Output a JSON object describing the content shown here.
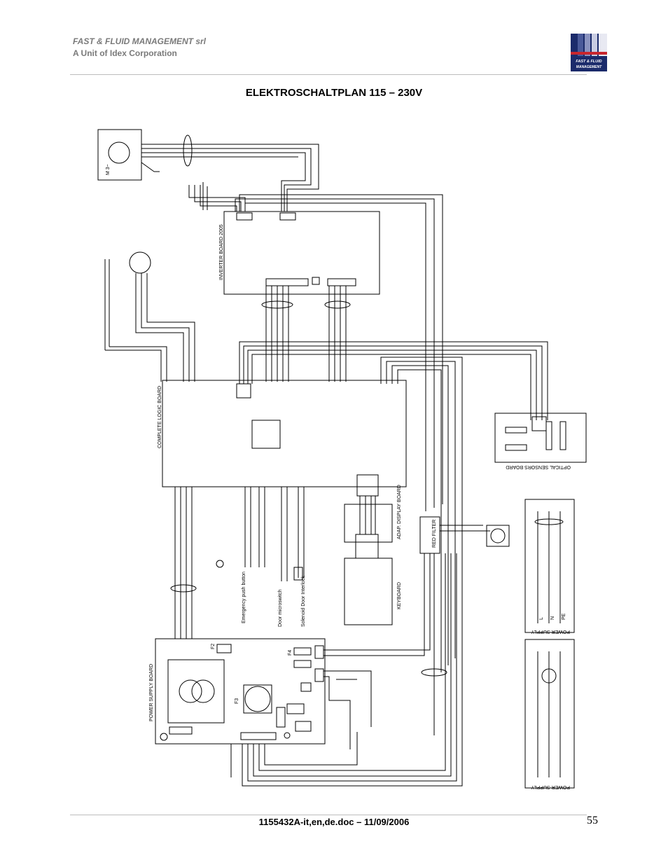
{
  "header": {
    "company": "FAST & FLUID MANAGEMENT srl",
    "unit": "A Unit of Idex Corporation",
    "logo_text_1": "FAST & FLUID",
    "logo_text_2": "MANAGEMENT"
  },
  "title": "ELEKTROSCHALTPLAN 115 – 230V",
  "labels": {
    "motor": "M 3~",
    "complete_logic_board": "COMPLETE LOGIC BOARD",
    "inverter_board": "INVERTER BOARD 2005",
    "optical_sensors_board": "OPTICAL SENSORS BOARD",
    "adap_display_board": "ADAP. DISPLAY BOARD",
    "keyboard": "KEYBOARD",
    "power_supply_board": "POWER SUPPLY BOARD",
    "red_filter": "RED FILTER",
    "emergency": "Emergency push button",
    "door_microswitch": "Door microswitch",
    "solenoid": "Solenoid Door Interlock",
    "power_supply_1": "POWER SUPPLY",
    "power_supply_2": "POWER SUPPLY",
    "L": "L",
    "N": "N",
    "PE": "PE",
    "F2": "F2",
    "F4": "F4",
    "F3": "F3"
  },
  "footer": {
    "doc": "1155432A-it,en,de.doc – 11/09/2006",
    "page": "55"
  },
  "colors": {
    "header_gray": "#7a7a7a",
    "logo_navy": "#1b2b6b",
    "logo_red": "#c8262e"
  }
}
